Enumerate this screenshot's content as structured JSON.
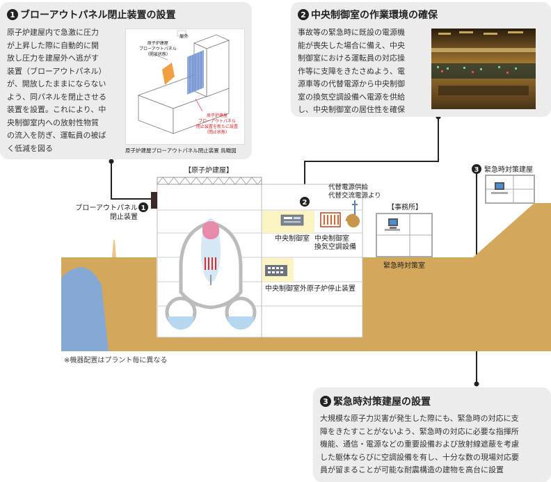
{
  "box1": {
    "num": "1",
    "title": "ブローアウトパネル閉止装置の設置",
    "lines": [
      "原子炉建屋内で急激に圧力",
      "が上昇した際に自動的に開",
      "放し圧力を建屋外へ逃がす",
      "装置（ブローアウトパネル）",
      "が、開放したままにならない",
      "よう、同パネルを閉止させる",
      "装置を設置。これにより、中",
      "央制御室内への放射性物質",
      "の流入を防ぎ、運転員の被ば",
      "く低減を図る"
    ],
    "inset": {
      "outside": "屋外",
      "panel_open": [
        "原子炉建屋",
        "ブローアウトパネル",
        "（開放状態）"
      ],
      "panel_closed": [
        "原子炉建屋",
        "ブローアウトパネル",
        "閉止装置を新たに設置",
        "（閉止状態）"
      ],
      "caption": "原子炉建屋ブローアウトパネル閉止装置 鳥瞰図"
    }
  },
  "box2": {
    "num": "2",
    "title": "中央制御室の作業環境の確保",
    "lines": [
      "事故等の緊急時に既設の電源機",
      "能が喪失した場合に備え、中央",
      "制御室における運転員の対応操",
      "作等に支障をきたさぬよう、電",
      "源車等の代替電源から中央制御",
      "室の換気空調設備へ電源を供給",
      "し、中央制御室の居住性を確保"
    ]
  },
  "box3": {
    "num": "3",
    "title": "緊急時対策建屋の設置",
    "lines": [
      "大規模な原子力災害が発生した際にも、緊急時の対応に支",
      "障をきたすことがないよう、緊急時の対応に必要な指揮所",
      "機能、通信・電源などの重要設備および放射線遮蔽を考慮",
      "した躯体ならびに空調設備を有し、十分な数の現場対応要",
      "員が留まることが可能な耐震構造の建物を高台に設置"
    ]
  },
  "diagram": {
    "reactor_building": "【原子炉建屋】",
    "blowout": [
      "ブローアウトパネル",
      "閉止装置"
    ],
    "blowout_num": "1",
    "power_num": "2",
    "alt_power": [
      "代替電源供給",
      "代替交流電源より"
    ],
    "control_room": "中央制御室",
    "hvac": [
      "中央制御室",
      "換気空調設備"
    ],
    "shutdown": "中央制御室外原子炉停止装置",
    "office": "【事務所】",
    "emergency_room": "緊急時対策室",
    "emergency_building": "緊急時対策建屋",
    "emergency_num": "3",
    "note": "※機器配置はプラント毎に異なる"
  },
  "colors": {
    "ground": "#d4a85a",
    "box_bg": "#ececec",
    "mountain": "#86a9d4",
    "highlight": "#fbf4c2",
    "pipe": "#e88a9a"
  }
}
